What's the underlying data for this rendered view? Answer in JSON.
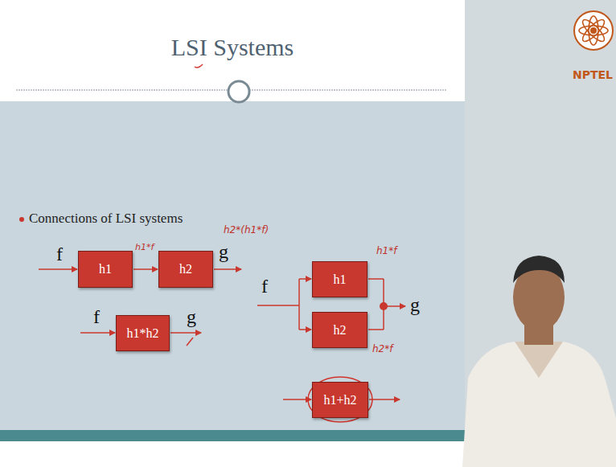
{
  "diagram": {
    "title": "LSI Systems",
    "nodes": [
      {
        "text": [
          "h1"
        ]
      },
      {
        "text": [
          "h2"
        ]
      },
      {
        "text": [
          "h1*h2"
        ]
      },
      {
        "text": [
          "h1"
        ]
      },
      {
        "text": [
          "h2"
        ]
      },
      {
        "text": [
          "h1+h2"
        ]
      }
    ],
    "edges": [
      {
        "from": 0,
        "to": 1,
        "arrow": "to"
      }
    ],
    "labels": [
      "Connections of LSI systems",
      "f",
      "g",
      "f",
      "g",
      "f",
      "g",
      "h1*f",
      "h2*(h1*f)",
      "h1*f",
      "h2*f",
      "NPTEL"
    ]
  }
}
